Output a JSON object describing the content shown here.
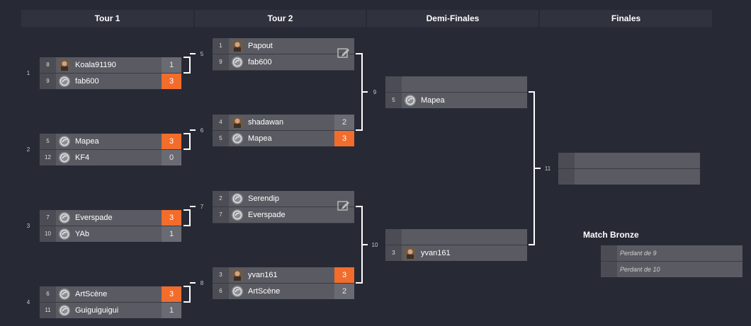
{
  "rounds": [
    "Tour 1",
    "Tour 2",
    "Demi-Finales",
    "Finales"
  ],
  "colors": {
    "background": "#272a35",
    "win_score": "#f26c2c",
    "connector": "#ffffff"
  },
  "round1": [
    {
      "number": "1",
      "players": [
        {
          "seed": "8",
          "name": "Koala91190",
          "score": "1",
          "winner": false,
          "avatar": "photo"
        },
        {
          "seed": "9",
          "name": "fab600",
          "score": "3",
          "winner": true,
          "avatar": "logo"
        }
      ]
    },
    {
      "number": "2",
      "players": [
        {
          "seed": "5",
          "name": "Mapea",
          "score": "3",
          "winner": true,
          "avatar": "logo"
        },
        {
          "seed": "12",
          "name": "KF4",
          "score": "0",
          "winner": false,
          "avatar": "logo"
        }
      ]
    },
    {
      "number": "3",
      "players": [
        {
          "seed": "7",
          "name": "Everspade",
          "score": "3",
          "winner": true,
          "avatar": "logo"
        },
        {
          "seed": "10",
          "name": "YAb",
          "score": "1",
          "winner": false,
          "avatar": "logo"
        }
      ]
    },
    {
      "number": "4",
      "players": [
        {
          "seed": "6",
          "name": "ArtScène",
          "score": "3",
          "winner": true,
          "avatar": "logo"
        },
        {
          "seed": "11",
          "name": "Guiguiguigui",
          "score": "1",
          "winner": false,
          "avatar": "logo"
        }
      ]
    }
  ],
  "round2": [
    {
      "number": "5",
      "editable": true,
      "players": [
        {
          "seed": "1",
          "name": "Papout",
          "score": "",
          "winner": false,
          "avatar": "photo"
        },
        {
          "seed": "9",
          "name": "fab600",
          "score": "",
          "winner": false,
          "avatar": "logo"
        }
      ]
    },
    {
      "number": "6",
      "editable": false,
      "players": [
        {
          "seed": "4",
          "name": "shadawan",
          "score": "2",
          "winner": false,
          "avatar": "photo"
        },
        {
          "seed": "5",
          "name": "Mapea",
          "score": "3",
          "winner": true,
          "avatar": "logo"
        }
      ]
    },
    {
      "number": "7",
      "editable": true,
      "players": [
        {
          "seed": "2",
          "name": "Serendip",
          "score": "",
          "winner": false,
          "avatar": "logo"
        },
        {
          "seed": "7",
          "name": "Everspade",
          "score": "",
          "winner": false,
          "avatar": "logo"
        }
      ]
    },
    {
      "number": "8",
      "editable": false,
      "players": [
        {
          "seed": "3",
          "name": "yvan161",
          "score": "3",
          "winner": true,
          "avatar": "photo"
        },
        {
          "seed": "6",
          "name": "ArtScène",
          "score": "2",
          "winner": false,
          "avatar": "logo"
        }
      ]
    }
  ],
  "semis": [
    {
      "number": "9",
      "players": [
        {
          "seed": "",
          "name": "",
          "score": "",
          "winner": false,
          "avatar": ""
        },
        {
          "seed": "5",
          "name": "Mapea",
          "score": "",
          "winner": false,
          "avatar": "logo"
        }
      ]
    },
    {
      "number": "10",
      "players": [
        {
          "seed": "",
          "name": "",
          "score": "",
          "winner": false,
          "avatar": ""
        },
        {
          "seed": "3",
          "name": "yvan161",
          "score": "",
          "winner": false,
          "avatar": "photo"
        }
      ]
    }
  ],
  "final": {
    "number": "11"
  },
  "bronze": {
    "title": "Match Bronze",
    "slots": [
      "Perdant de 9",
      "Perdant de 10"
    ]
  }
}
